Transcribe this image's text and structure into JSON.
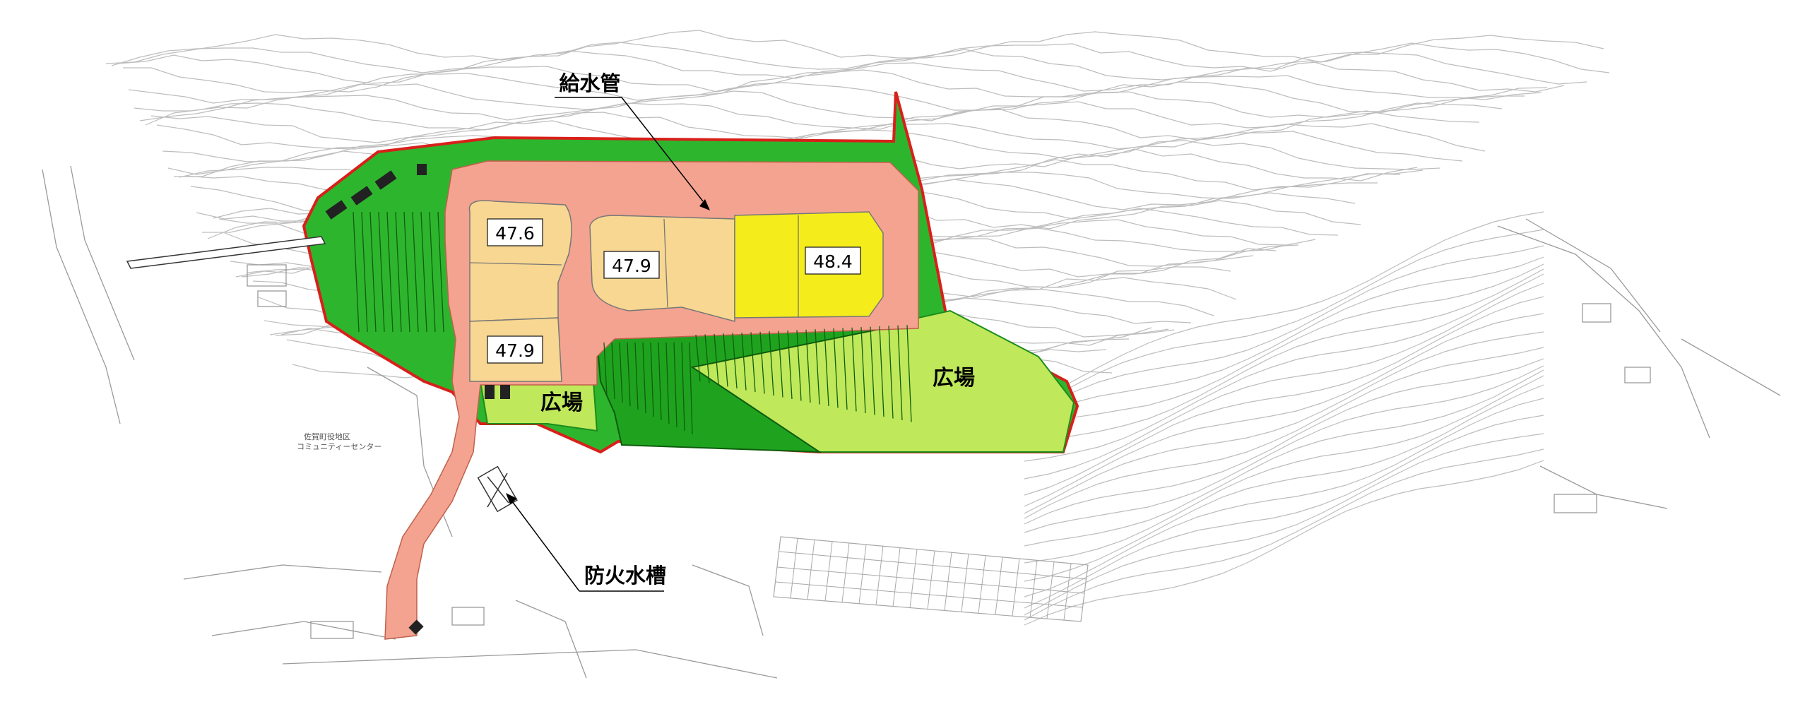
{
  "colors": {
    "embankment_green": "#2db82d",
    "slope_green": "#21a821",
    "plaza_green": "#bfe85a",
    "road_salmon": "#f4a08f",
    "boundary_red": "#d8201a",
    "lot_tan": "#f8d692",
    "lot_yellow": "#f7ee1a",
    "contour_gray": "#b9b9b9"
  },
  "lots": [
    {
      "label": "47.6"
    },
    {
      "label": "47.9"
    },
    {
      "label": "47.9"
    },
    {
      "label": "48.4"
    }
  ],
  "areas": [
    {
      "label": "広場"
    },
    {
      "label": "広場"
    }
  ],
  "callouts": {
    "water_pipe": "給水管",
    "fire_water_tank": "防火水槽"
  },
  "facility_labels": {
    "community_center": "佐賀町役地区\nコミュニティーセンター"
  }
}
